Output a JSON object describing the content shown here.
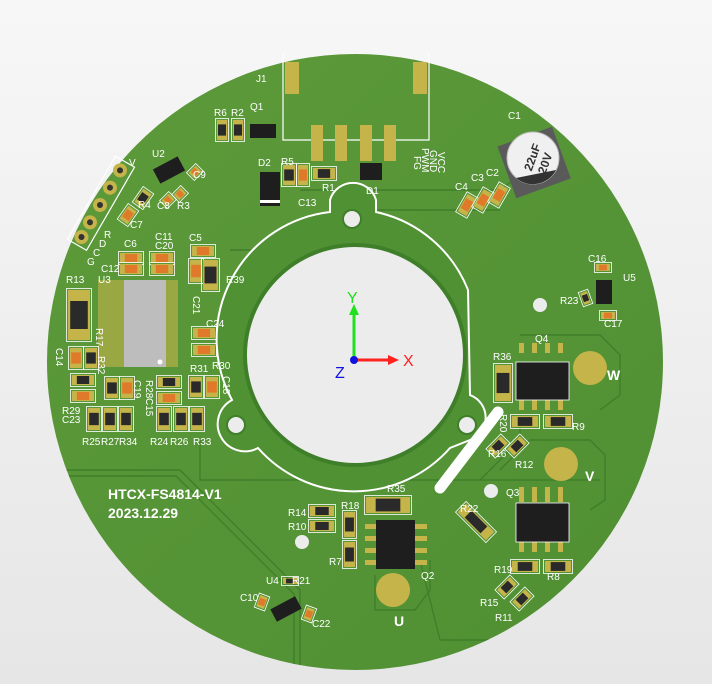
{
  "board": {
    "name": "HTCX-FS4814-V1",
    "date": "2023.12.29",
    "colors": {
      "board": "#5a9a3c",
      "pad": "#c4b44a",
      "silk": "#ffffff",
      "background": "#efefef"
    }
  },
  "axes": {
    "x": "X",
    "y": "Y",
    "z": "Z",
    "colors": {
      "x": "#ff2020",
      "y": "#20e020",
      "z": "#1010e0"
    }
  },
  "capacitor_marking": {
    "value": "22uF",
    "voltage": "20V"
  },
  "connector_j1_pins": [
    "VCC",
    "GND",
    "PWM",
    "FG"
  ],
  "connector_pins": [
    "V",
    "R",
    "D",
    "C",
    "G"
  ],
  "phase_labels": {
    "u": "U",
    "v": "V",
    "w": "W"
  },
  "designators": {
    "J1": "J1",
    "R6": "R6",
    "R2": "R2",
    "Q1": "Q1",
    "D2": "D2",
    "R5": "R5",
    "R1": "R1",
    "D1": "D1",
    "C13": "C13",
    "U2": "U2",
    "C9": "C9",
    "C8": "C8",
    "R3": "R3",
    "R4": "R4",
    "C7": "C7",
    "C6": "C6",
    "C11": "C11",
    "C20": "C20",
    "C5": "C5",
    "C12": "C12",
    "U3": "U3",
    "R13": "R13",
    "R39": "R39",
    "C21": "C21",
    "C24": "C24",
    "R30": "R30",
    "R31": "R31",
    "C18": "C18",
    "R17": "R17",
    "C14": "C14",
    "R32": "R32",
    "C19": "C19",
    "R28": "R28",
    "C15": "C15",
    "R29": "R29",
    "C23": "C23",
    "R25": "R25",
    "R27": "R27",
    "R34": "R34",
    "R24": "R24",
    "R26": "R26",
    "R33": "R33",
    "C1": "C1",
    "C2": "C2",
    "C3": "C3",
    "C4": "C4",
    "C16": "C16",
    "U5": "U5",
    "R23": "R23",
    "C17": "C17",
    "Q4": "Q4",
    "R36": "R36",
    "R20": "R20",
    "R9": "R9",
    "R16": "R16",
    "R12": "R12",
    "Q3": "Q3",
    "R22": "R22",
    "R35": "R35",
    "R14": "R14",
    "R10": "R10",
    "R18": "R18",
    "R7": "R7",
    "Q2": "Q2",
    "R19": "R19",
    "R8": "R8",
    "R15": "R15",
    "R11": "R11",
    "U4": "U4",
    "R21": "R21",
    "C10": "C10",
    "C22": "C22"
  }
}
